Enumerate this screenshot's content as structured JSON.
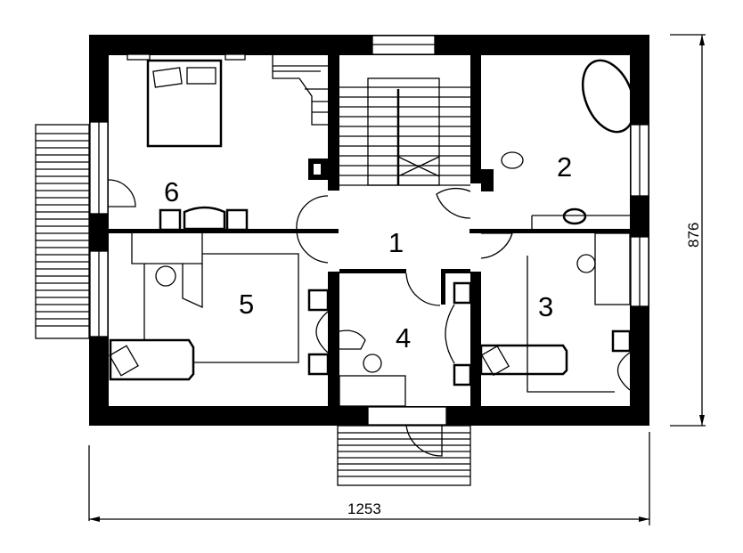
{
  "plan": {
    "rooms": [
      {
        "id": "1",
        "label": "1"
      },
      {
        "id": "2",
        "label": "2"
      },
      {
        "id": "3",
        "label": "3"
      },
      {
        "id": "4",
        "label": "4"
      },
      {
        "id": "5",
        "label": "5"
      },
      {
        "id": "6",
        "label": "6"
      }
    ],
    "dimensions": {
      "width": "1253",
      "depth": "876"
    },
    "colors": {
      "ink": "#000000",
      "paper": "#ffffff"
    }
  }
}
